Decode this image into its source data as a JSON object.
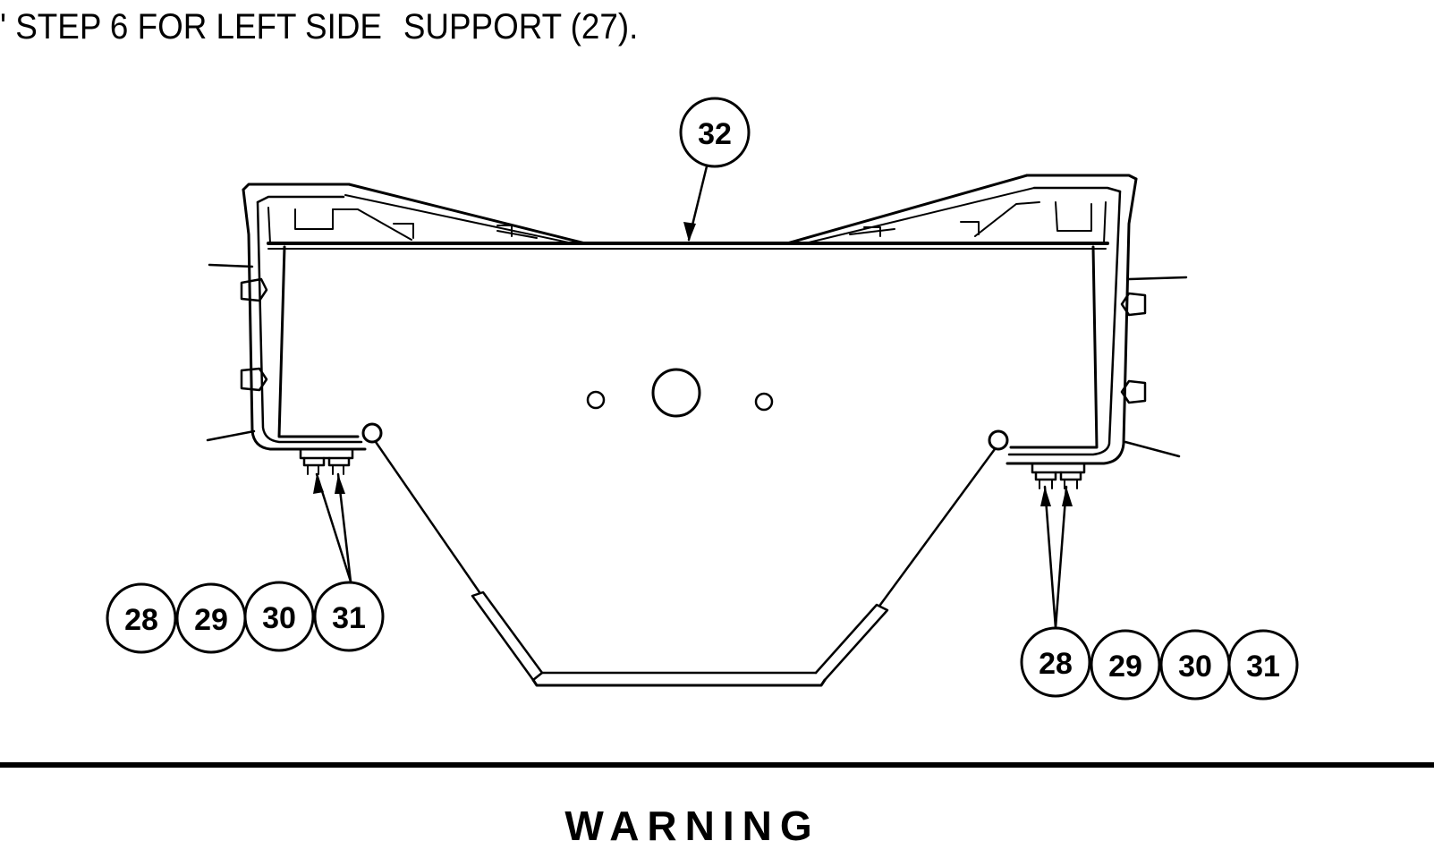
{
  "instruction": {
    "prefix": "' STEP 6 FOR LEFT SIDE",
    "suffix": "SUPPORT (27)."
  },
  "figure": {
    "top_callout": "32",
    "left_callouts": [
      "28",
      "29",
      "30",
      "31"
    ],
    "right_callouts": [
      "28",
      "29",
      "30",
      "31"
    ]
  },
  "warning": {
    "heading": "WARNING"
  }
}
